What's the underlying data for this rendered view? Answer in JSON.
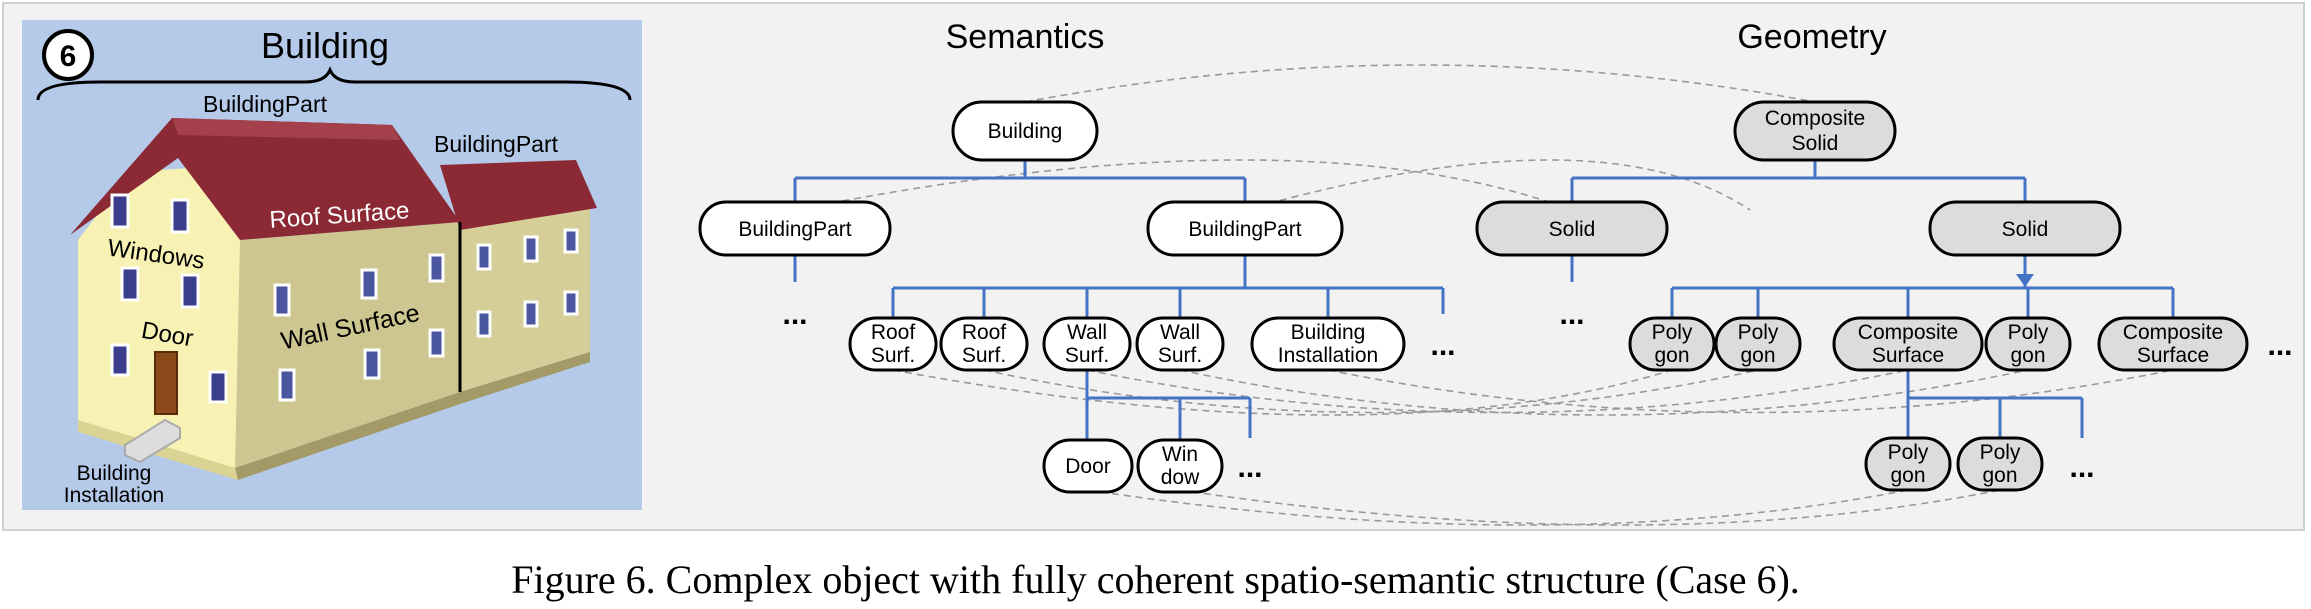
{
  "illustration": {
    "badge": "6",
    "title": "Building",
    "label_part_1": "BuildingPart",
    "label_part_2": "BuildingPart",
    "roof_surface": "Roof Surface",
    "windows": "Windows",
    "wall_surface": "Wall Surface",
    "door": "Door",
    "installation_line1": "Building",
    "installation_line2": "Installation"
  },
  "headings": {
    "semantics": "Semantics",
    "geometry": "Geometry"
  },
  "semantics": {
    "building": "Building",
    "building_part_left": "BuildingPart",
    "building_part_right": "BuildingPart",
    "roof_surf_1": [
      "Roof",
      "Surf."
    ],
    "roof_surf_2": [
      "Roof",
      "Surf."
    ],
    "wall_surf_1": [
      "Wall",
      "Surf."
    ],
    "wall_surf_2": [
      "Wall",
      "Surf."
    ],
    "building_installation": [
      "Building",
      "Installation"
    ],
    "door": "Door",
    "window": [
      "Win",
      "dow"
    ],
    "ellipsis": "..."
  },
  "geometry": {
    "composite_solid": [
      "Composite",
      "Solid"
    ],
    "solid_left": "Solid",
    "solid_right": "Solid",
    "polygon_1": [
      "Poly",
      "gon"
    ],
    "polygon_2": [
      "Poly",
      "gon"
    ],
    "composite_surface_1": [
      "Composite",
      "Surface"
    ],
    "polygon_3": [
      "Poly",
      "gon"
    ],
    "composite_surface_2": [
      "Composite",
      "Surface"
    ],
    "polygon_4": [
      "Poly",
      "gon"
    ],
    "polygon_5": [
      "Poly",
      "gon"
    ],
    "ellipsis": "..."
  },
  "colors": {
    "tree_line": "#4472c4",
    "link_dash": "#9a9a9a",
    "semantic_node_fill": "#ffffff",
    "geometry_node_fill": "#dcdcdc",
    "sky": "#b4cae8",
    "roof": "#8b2a35",
    "wall_front": "#f7f2b4",
    "wall_side": "#ccc58e"
  },
  "caption": "Figure 6. Complex object with fully coherent spatio-semantic structure (Case 6)."
}
